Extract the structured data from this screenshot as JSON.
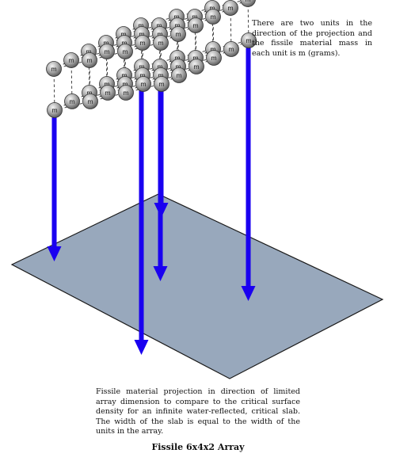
{
  "unit_label": "m",
  "annotation_top": "There are two units in the direction of the projection and the fissile material mass in each unit is m (grams).",
  "annotation_bottom": "Fissile material projection in direction of limited array dimension to compare to the critical surface density for an infinite water-reflected, critical slab. The width of the slab is equal to the width of the units in the array.",
  "caption": "Fissile 6x4x2 Array",
  "colors": {
    "slab_fill": "#98a8bc",
    "slab_edge": "#1a1a1a",
    "arrow": "#1a00f0",
    "sphere_light": "#f4f4f4",
    "sphere_dark": "#5c5c5c",
    "lattice_line": "#333333"
  }
}
